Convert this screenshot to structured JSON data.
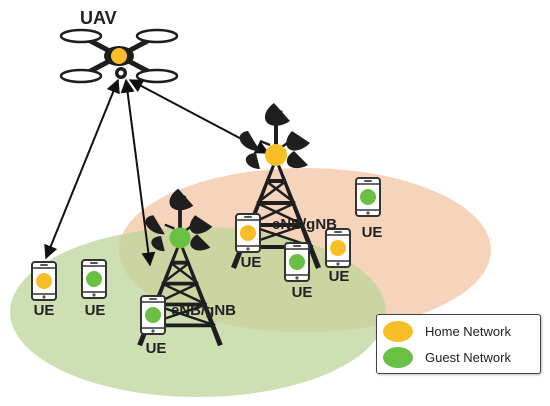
{
  "uav_label": "UAV",
  "ue_label": "UE",
  "tower_label": "eNB/gNB",
  "legend": {
    "home": {
      "label": "Home Network",
      "color": "#f7be27"
    },
    "guest": {
      "label": "Guest Network",
      "color": "#6abf45"
    }
  },
  "colors": {
    "home_area": "#f2c2a0",
    "guest_area": "#bdd49a",
    "tower": "#1e1e1e",
    "arrow": "#111111"
  }
}
